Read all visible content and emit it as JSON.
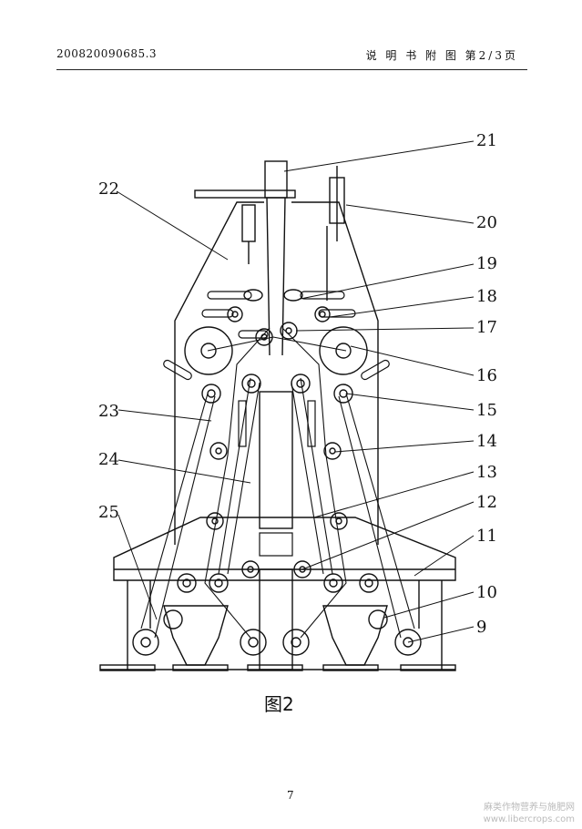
{
  "header": {
    "doc_number": "200820090685.3",
    "section": "说 明 书 附 图",
    "page_info": "第2/3页"
  },
  "figure": {
    "caption": "图2",
    "callouts": [
      "21",
      "22",
      "20",
      "19",
      "18",
      "17",
      "16",
      "15",
      "23",
      "14",
      "24",
      "13",
      "12",
      "25",
      "11",
      "10",
      "9"
    ]
  },
  "footer": {
    "page_number": "7"
  },
  "watermark": {
    "line1": "麻类作物营养与施肥网",
    "line2": "www.libercrops.com"
  }
}
